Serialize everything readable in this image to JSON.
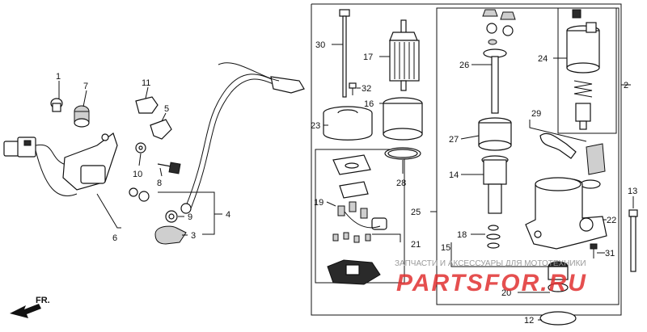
{
  "diagram": {
    "callouts": [
      "1",
      "2",
      "3",
      "4",
      "5",
      "6",
      "7",
      "8",
      "9",
      "10",
      "11",
      "12",
      "13",
      "14",
      "15",
      "16",
      "17",
      "18",
      "19",
      "20",
      "21",
      "22",
      "23",
      "24",
      "25",
      "26",
      "27",
      "28",
      "29",
      "30",
      "31",
      "32"
    ],
    "direction_label": "FR.",
    "watermark": {
      "subtitle": "ЗАПЧАСТИ И АКСЕССУАРЫ ДЛЯ МОТОТЕХНИКИ",
      "brand": "PARTSFOR.RU"
    },
    "colors": {
      "line": "#111111",
      "watermark": "#e03030",
      "watermark_text": "#9a9a9a"
    }
  }
}
